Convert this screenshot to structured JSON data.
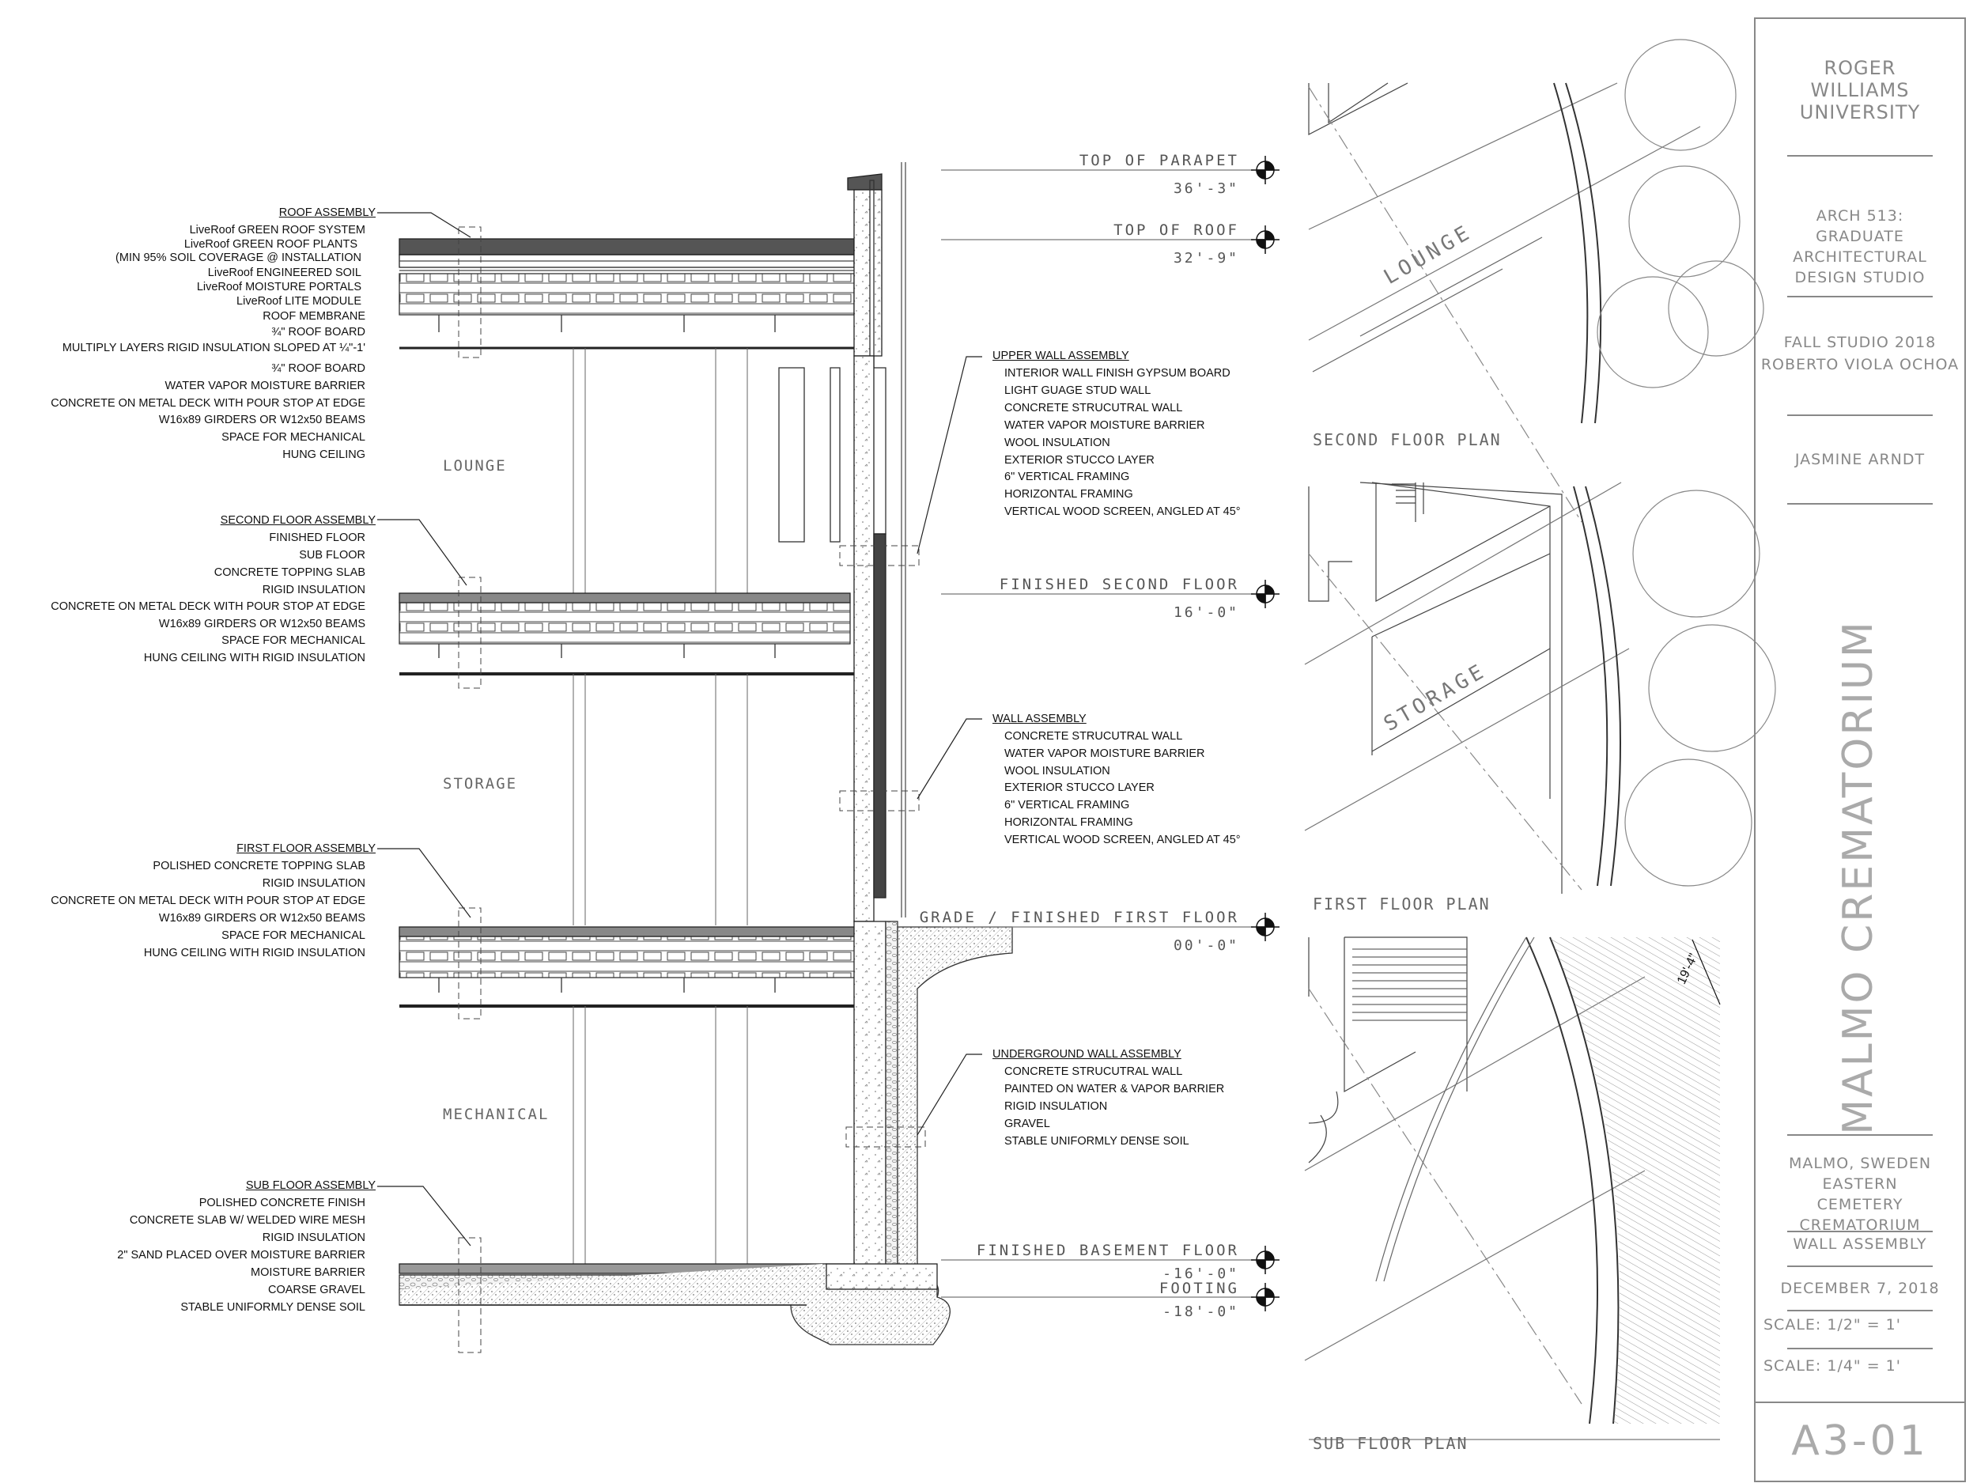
{
  "section_labels": {
    "roof": {
      "heading": "ROOF ASSEMBLY",
      "items": [
        "LiveRoof GREEN ROOF SYSTEM",
        "LiveRoof GREEN ROOF PLANTS",
        "(MIN 95% SOIL COVERAGE @ INSTALLATION",
        "LiveRoof ENGINEERED SOIL",
        "LiveRoof MOISTURE PORTALS",
        "LiveRoof LITE MODULE",
        "ROOF MEMBRANE",
        "¾\" ROOF BOARD",
        "MULTIPLY LAYERS RIGID INSULATION SLOPED AT ¼\"-1'",
        "¾\" ROOF BOARD",
        "WATER VAPOR MOISTURE BARRIER",
        "CONCRETE ON METAL DECK WITH POUR STOP AT EDGE",
        "W16x89 GIRDERS OR W12x50 BEAMS",
        "SPACE FOR MECHANICAL",
        "HUNG CEILING"
      ]
    },
    "second_floor": {
      "heading": "SECOND FLOOR ASSEMBLY",
      "items": [
        "FINISHED FLOOR",
        "SUB FLOOR",
        "CONCRETE TOPPING SLAB",
        "RIGID INSULATION",
        "CONCRETE ON METAL DECK WITH POUR STOP AT EDGE",
        "W16x89 GIRDERS OR W12x50 BEAMS",
        "SPACE FOR MECHANICAL",
        "HUNG CEILING WITH RIGID INSULATION"
      ]
    },
    "first_floor": {
      "heading": "FIRST FLOOR ASSEMBLY",
      "items": [
        "POLISHED CONCRETE TOPPING SLAB",
        "RIGID INSULATION",
        "CONCRETE ON METAL DECK WITH POUR STOP AT EDGE",
        "W16x89 GIRDERS OR W12x50 BEAMS",
        "SPACE FOR MECHANICAL",
        "HUNG CEILING WITH RIGID INSULATION"
      ]
    },
    "sub_floor": {
      "heading": "SUB FLOOR ASSEMBLY",
      "items": [
        "POLISHED CONCRETE FINISH",
        "CONCRETE SLAB W/ WELDED WIRE MESH",
        "RIGID INSULATION",
        "2\" SAND PLACED OVER MOISTURE BARRIER",
        "MOISTURE BARRIER",
        "COARSE GRAVEL",
        "STABLE UNIFORMLY DENSE SOIL"
      ]
    },
    "upper_wall": {
      "heading": "UPPER WALL ASSEMBLY",
      "items": [
        "INTERIOR WALL FINISH GYPSUM BOARD",
        "LIGHT GUAGE STUD WALL",
        "CONCRETE STRUCUTRAL WALL",
        "WATER VAPOR MOISTURE BARRIER",
        "WOOL INSULATION",
        "EXTERIOR STUCCO LAYER",
        "6\" VERTICAL FRAMING",
        "HORIZONTAL FRAMING",
        "VERTICAL WOOD SCREEN, ANGLED AT 45°"
      ]
    },
    "wall": {
      "heading": "WALL ASSEMBLY",
      "items": [
        "CONCRETE STRUCUTRAL WALL",
        "WATER VAPOR MOISTURE BARRIER",
        "WOOL INSULATION",
        "EXTERIOR STUCCO LAYER",
        "6\" VERTICAL FRAMING",
        "HORIZONTAL FRAMING",
        "VERTICAL WOOD SCREEN, ANGLED AT 45°"
      ]
    },
    "underground_wall": {
      "heading": "UNDERGROUND WALL ASSEMBLY",
      "items": [
        "CONCRETE STRUCUTRAL WALL",
        "PAINTED ON WATER & VAPOR BARRIER",
        "RIGID INSULATION",
        "GRAVEL",
        "STABLE UNIFORMLY DENSE SOIL"
      ]
    }
  },
  "levels": [
    {
      "name": "TOP OF PARAPET",
      "elev": "36'-3\""
    },
    {
      "name": "TOP OF ROOF",
      "elev": "32'-9\""
    },
    {
      "name": "FINISHED SECOND FLOOR",
      "elev": "16'-0\""
    },
    {
      "name": "GRADE / FINISHED FIRST FLOOR",
      "elev": "00'-0\""
    },
    {
      "name": "FINISHED BASEMENT FLOOR",
      "elev": "-16'-0\""
    },
    {
      "name": "FOOTING",
      "elev": "-18'-0\""
    }
  ],
  "rooms": {
    "lounge": "LOUNGE",
    "storage": "STORAGE",
    "mechanical": "MECHANICAL"
  },
  "plans": {
    "second": {
      "title": "SECOND FLOOR PLAN",
      "room": "LOUNGE"
    },
    "first": {
      "title": "FIRST FLOOR PLAN",
      "room": "STORAGE"
    },
    "sub": {
      "title": "SUB FLOOR PLAN",
      "dimension": "19'-4\""
    }
  },
  "title_block": {
    "school": "ROGER WILLIAMS UNIVERSITY",
    "course": "ARCH 513: GRADUATE ARCHITECTURAL DESIGN STUDIO",
    "term": "FALL STUDIO 2018",
    "instructor": "ROBERTO VIOLA OCHOA",
    "student": "JASMINE ARNDT",
    "project": "MALMO CREMATORIUM",
    "location": "MALMO, SWEDEN EASTERN CEMETERY CREMATORIUM",
    "drawing": "WALL ASSEMBLY",
    "date": "DECEMBER 7, 2018",
    "scale1": "SCALE: 1/2\" = 1'",
    "scale2": "SCALE: 1/4\" = 1'",
    "sheet": "A3-01"
  }
}
